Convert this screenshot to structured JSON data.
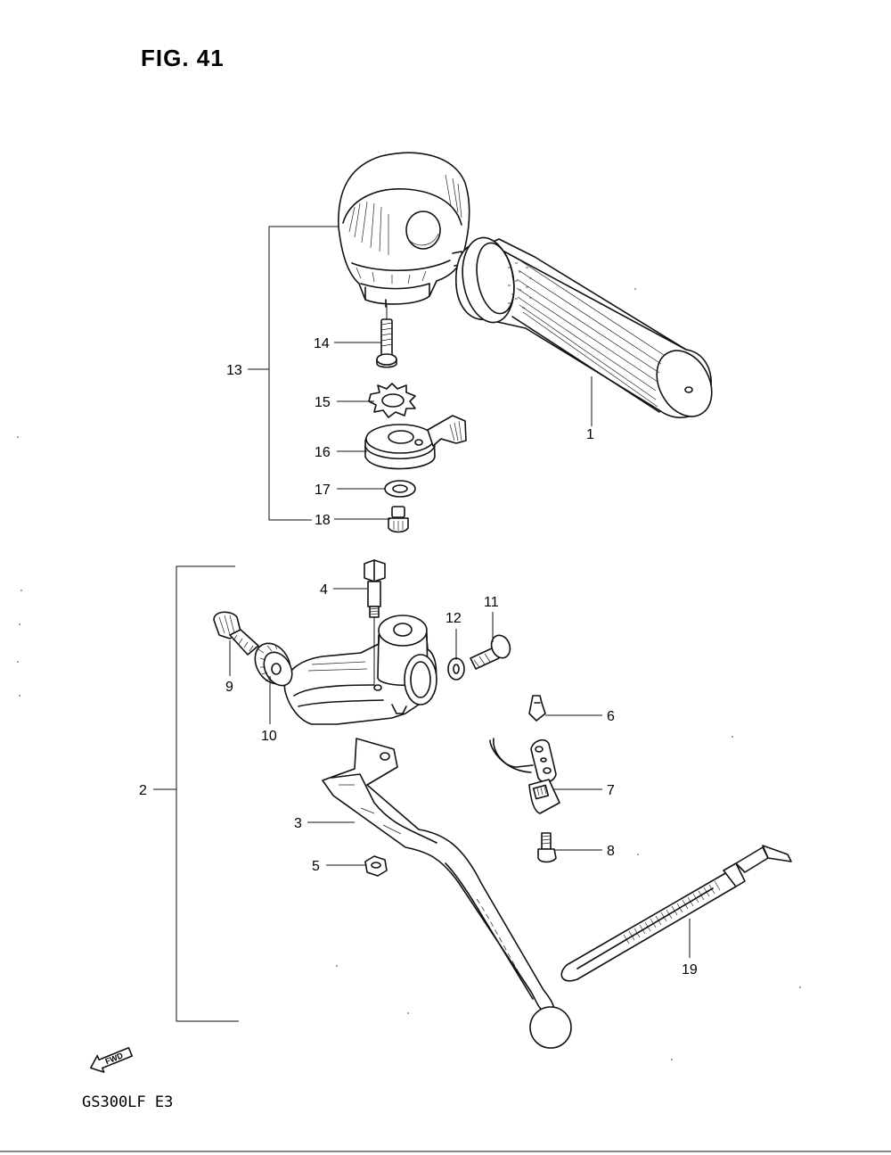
{
  "figure": {
    "title": "FIG. 41",
    "model": "GS300LF  E3",
    "fwd_label": "FWD"
  },
  "callouts": [
    {
      "id": "1",
      "label": "1"
    },
    {
      "id": "2",
      "label": "2"
    },
    {
      "id": "3",
      "label": "3"
    },
    {
      "id": "4",
      "label": "4"
    },
    {
      "id": "5",
      "label": "5"
    },
    {
      "id": "6",
      "label": "6"
    },
    {
      "id": "7",
      "label": "7"
    },
    {
      "id": "8",
      "label": "8"
    },
    {
      "id": "9",
      "label": "9"
    },
    {
      "id": "10",
      "label": "10"
    },
    {
      "id": "11",
      "label": "11"
    },
    {
      "id": "12",
      "label": "12"
    },
    {
      "id": "13",
      "label": "13"
    },
    {
      "id": "14",
      "label": "14"
    },
    {
      "id": "15",
      "label": "15"
    },
    {
      "id": "16",
      "label": "16"
    },
    {
      "id": "17",
      "label": "17"
    },
    {
      "id": "18",
      "label": "18"
    },
    {
      "id": "19",
      "label": "19"
    }
  ]
}
